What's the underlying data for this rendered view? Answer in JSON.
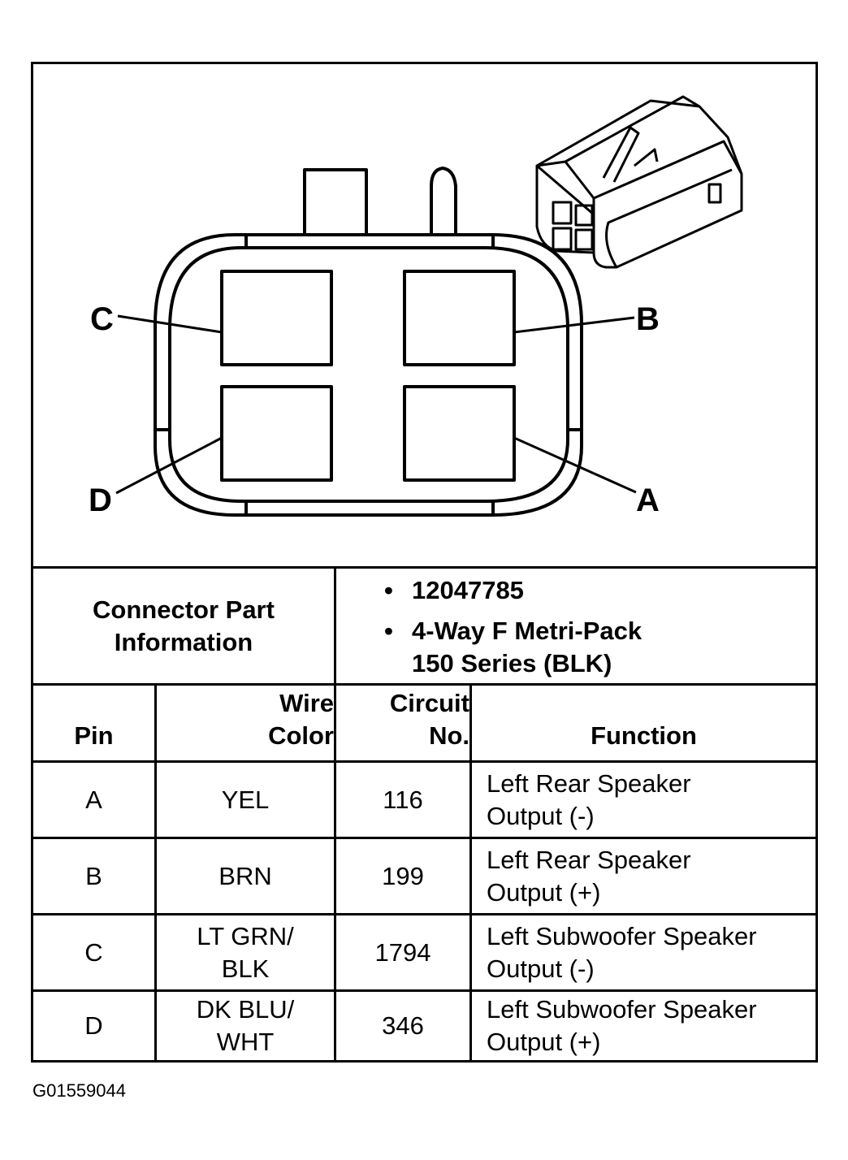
{
  "pin_labels": {
    "c": "C",
    "b": "B",
    "d": "D",
    "a": "A"
  },
  "part_info": {
    "label_line1": "Connector Part",
    "label_line2": "Information",
    "bullet_symbol": "•",
    "part_number": "12047785",
    "description_line1": "4-Way F Metri-Pack",
    "description_line2": "150 Series (BLK)"
  },
  "table": {
    "headers": {
      "pin": "Pin",
      "wire_color_line1": "Wire",
      "wire_color_line2": "Color",
      "circuit_line1": "Circuit",
      "circuit_line2": "No.",
      "function": "Function"
    },
    "rows": [
      {
        "pin": "A",
        "wire_line1": "YEL",
        "wire_line2": "",
        "circuit": "116",
        "function_line1": "Left Rear Speaker",
        "function_line2": "Output (-)"
      },
      {
        "pin": "B",
        "wire_line1": "BRN",
        "wire_line2": "",
        "circuit": "199",
        "function_line1": "Left Rear Speaker",
        "function_line2": "Output (+)"
      },
      {
        "pin": "C",
        "wire_line1": "LT GRN/",
        "wire_line2": "BLK",
        "circuit": "1794",
        "function_line1": "Left Subwoofer Speaker",
        "function_line2": "Output (-)"
      },
      {
        "pin": "D",
        "wire_line1": "DK BLU/",
        "wire_line2": "WHT",
        "circuit": "346",
        "function_line1": "Left Subwoofer Speaker",
        "function_line2": "Output (+)"
      }
    ]
  },
  "caption": "G01559044"
}
